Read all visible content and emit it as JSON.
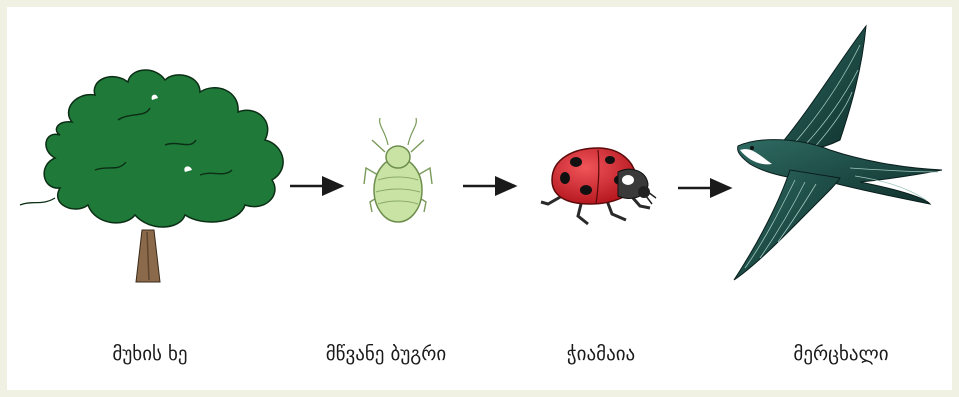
{
  "food_chain": {
    "items": [
      {
        "label": "მუხის ხე",
        "icon": "oak-tree-icon"
      },
      {
        "label": "მწვანე ბუგრი",
        "icon": "aphid-icon"
      },
      {
        "label": "ჭიამაია",
        "icon": "ladybug-icon"
      },
      {
        "label": "მერცხალი",
        "icon": "swallow-icon"
      }
    ]
  },
  "colors": {
    "background": "#f1f1e3",
    "panel": "#ffffff",
    "tree_foliage": "#1f7a3a",
    "tree_trunk": "#8a6a4a",
    "aphid": "#c9e3a4",
    "ladybug_shell": "#d8242c",
    "swallow": "#1b4a44",
    "arrow": "#1a1a1a"
  }
}
